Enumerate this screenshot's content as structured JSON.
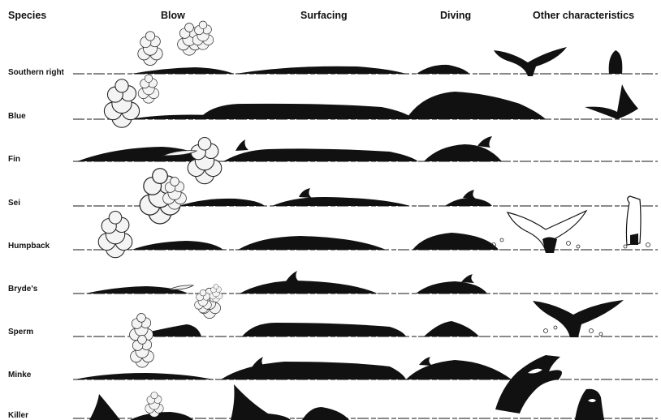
{
  "headers": {
    "species": "Species",
    "blow": "Blow",
    "surfacing": "Surfacing",
    "diving": "Diving",
    "other": "Other characteristics"
  },
  "species": [
    {
      "name": "Southern right"
    },
    {
      "name": "Blue"
    },
    {
      "name": "Fin"
    },
    {
      "name": "Sei"
    },
    {
      "name": "Humpback"
    },
    {
      "name": "Bryde's"
    },
    {
      "name": "Sperm"
    },
    {
      "name": "Minke"
    },
    {
      "name": "Killer"
    }
  ],
  "colors": {
    "ink": "#111111",
    "blow_fill": "#f4f4f4",
    "water": "#333333"
  }
}
